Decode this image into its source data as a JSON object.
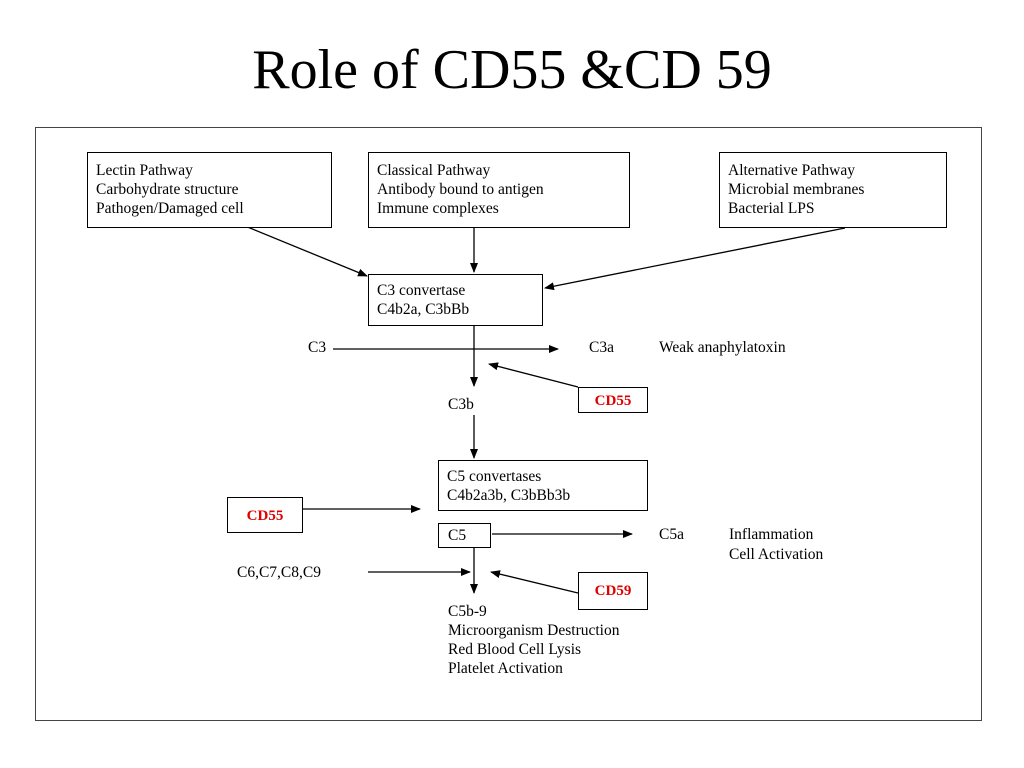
{
  "title": "Role of CD55 &CD 59",
  "pathways": {
    "lectin": [
      "Lectin Pathway",
      "Carbohydrate structure",
      "Pathogen/Damaged cell"
    ],
    "classical": [
      "Classical Pathway",
      "Antibody bound to antigen",
      "Immune complexes"
    ],
    "alternative": [
      "Alternative Pathway",
      "Microbial membranes",
      "Bacterial LPS"
    ]
  },
  "c3_convertase": [
    "C3 convertase",
    "C4b2a, C3bBb"
  ],
  "c3": "C3",
  "c3a": "C3a",
  "c3a_desc": "Weak anaphylatoxin",
  "c3b": "C3b",
  "c5_convertases": [
    "C5 convertases",
    "C4b2a3b, C3bBb3b"
  ],
  "c5": "C5",
  "c5a": "C5a",
  "c5a_desc": [
    "Inflammation",
    "Cell Activation"
  ],
  "c6_c9": "C6,C7,C8,C9",
  "c5b9": [
    "C5b-9",
    "Microorganism Destruction",
    "Red Blood Cell Lysis",
    "Platelet Activation"
  ],
  "inhibitors": {
    "cd55_top": "CD55",
    "cd55_left": "CD55",
    "cd59": "CD59"
  },
  "colors": {
    "inhibitor_text": "#e00000",
    "line": "#000000"
  }
}
